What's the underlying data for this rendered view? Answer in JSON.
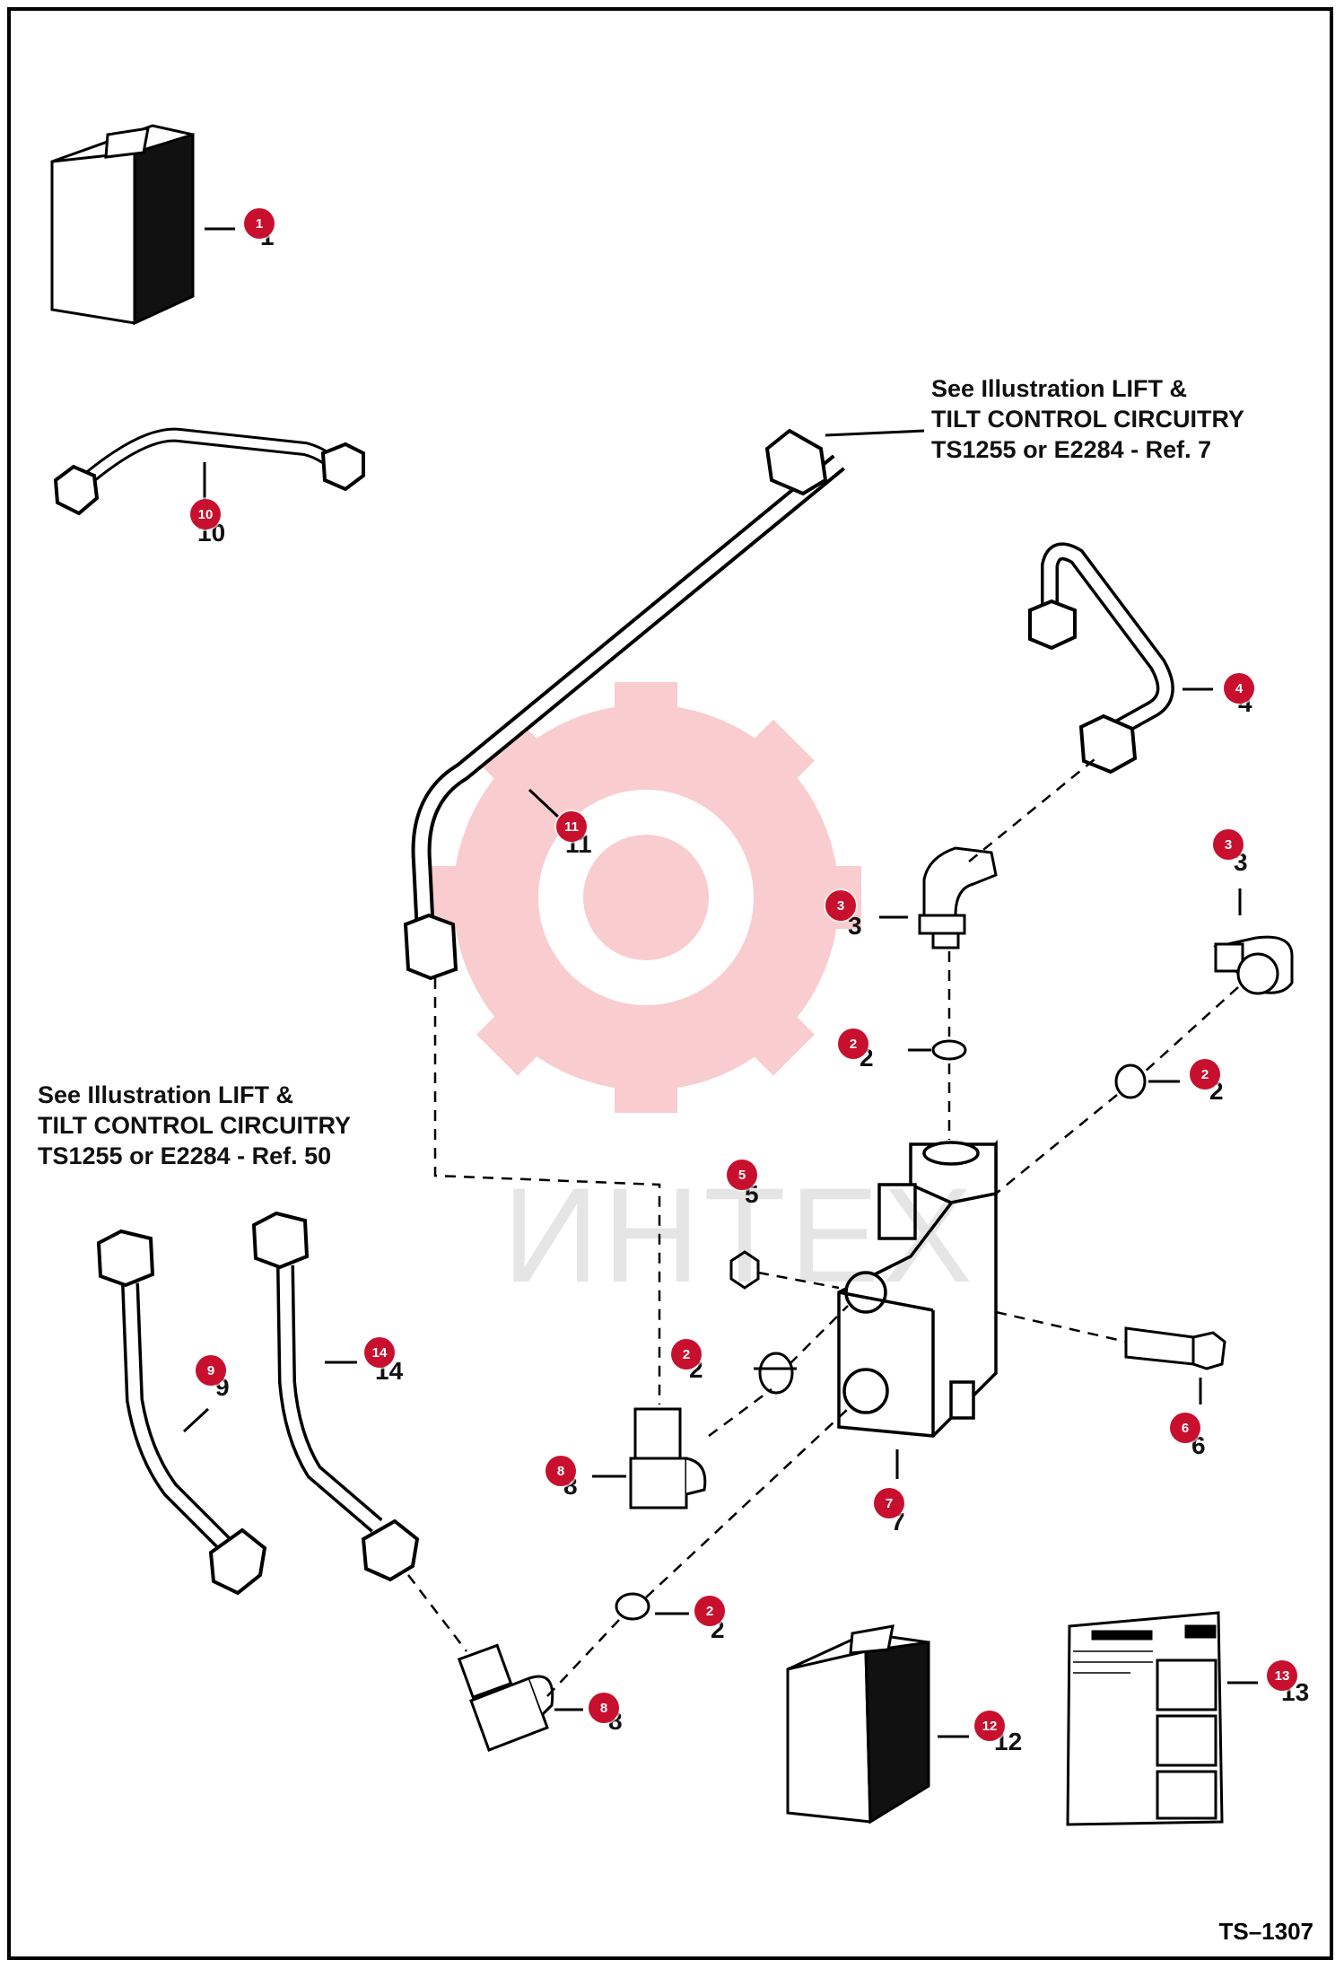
{
  "notes": {
    "upper": "See Illustration LIFT &\nTILT CONTROL CIRCUITRY\nTS1255 or E2284 - Ref. 7",
    "lower": "See Illustration LIFT &\nTILT CONTROL CIRCUITRY\nTS1255 or E2284 - Ref. 50"
  },
  "watermark": {
    "text": "ИНТЕХ",
    "color": "#e8202a"
  },
  "doc_id": "TS–1307",
  "callouts": [
    "1",
    "10",
    "11",
    "4",
    "3",
    "3",
    "2",
    "2",
    "5",
    "2",
    "9",
    "14",
    "8",
    "7",
    "6",
    "2",
    "8",
    "12",
    "13"
  ],
  "refs": [
    "1",
    "10",
    "11",
    "4",
    "3",
    "3",
    "2",
    "2",
    "5",
    "2",
    "9",
    "14",
    "8",
    "7",
    "6",
    "2",
    "8",
    "12",
    "13"
  ]
}
